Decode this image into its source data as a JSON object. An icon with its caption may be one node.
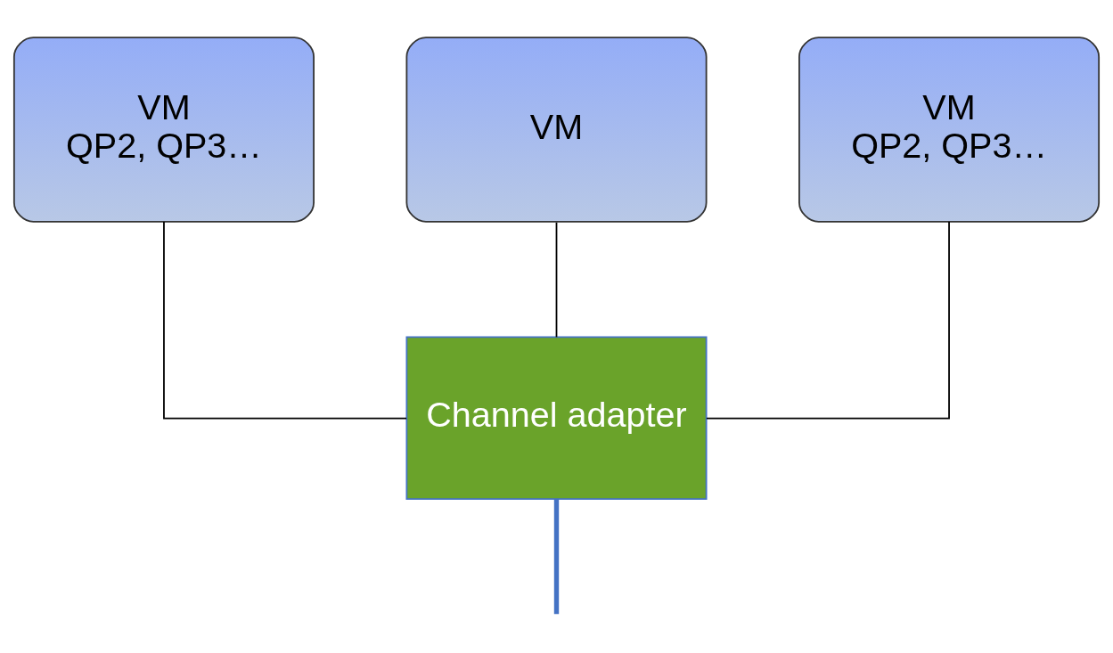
{
  "diagram": {
    "nodes": [
      {
        "text": [
          "VM",
          "QP2, QP3…"
        ]
      },
      {
        "text": [
          "VM"
        ]
      },
      {
        "text": [
          "VM",
          "QP2, QP3…"
        ]
      },
      {
        "text": [
          "Channel adapter"
        ]
      }
    ],
    "edges": [
      {
        "from": 0,
        "to": 3,
        "arrow": "none"
      },
      {
        "from": 1,
        "to": 3,
        "arrow": "none"
      },
      {
        "from": 2,
        "to": 3,
        "arrow": "none"
      },
      {
        "from": 3,
        "to": null,
        "arrow": "none",
        "style": "thick",
        "color": "#4472c4"
      }
    ]
  }
}
